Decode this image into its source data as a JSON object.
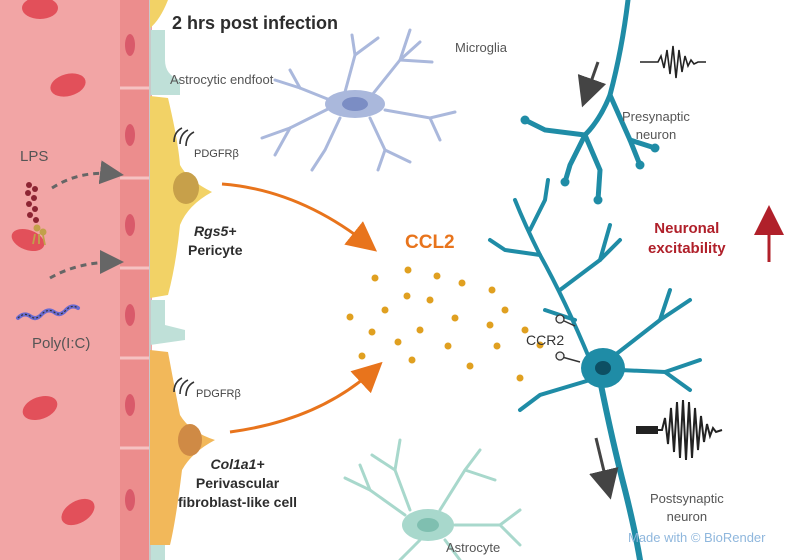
{
  "title": "2 hrs post infection",
  "labels": {
    "astrocytic_endfoot": "Astrocytic endfoot",
    "microglia": "Microglia",
    "presynaptic_neuron": "Presynaptic\nneuron",
    "postsynaptic_neuron": "Postsynaptic\nneuron",
    "astrocyte": "Astrocyte",
    "lps": "LPS",
    "poly_ic": "Poly(I:C)",
    "pdgfrb_1": "PDGFRβ",
    "pdgfrb_2": "PDGFRβ",
    "ccl2": "CCL2",
    "ccr2": "CCR2",
    "neuronal_excitability": "Neuronal\nexcitability"
  },
  "cells": {
    "pericyte_gene": "Rgs5+",
    "pericyte_name": "Pericyte",
    "fibroblast_gene": "Col1a1+",
    "fibroblast_name": "Perivascular",
    "fibroblast_name2": "fibroblast-like cell"
  },
  "watermark": "Made with © BioRender",
  "colors": {
    "vessel": "#f2a5a5",
    "red_blood_cell": "#e2505a",
    "pericyte": "#f2d266",
    "fibroblast": "#f2b85a",
    "endfoot": "#bfe0d8",
    "microglia": "#aab8dc",
    "neuron": "#1f8ca6",
    "astrocyte": "#a8d8cc",
    "ccl2_arrow": "#e8741c",
    "ccl2_dot": "#e0a020",
    "excitability": "#b0202a"
  }
}
